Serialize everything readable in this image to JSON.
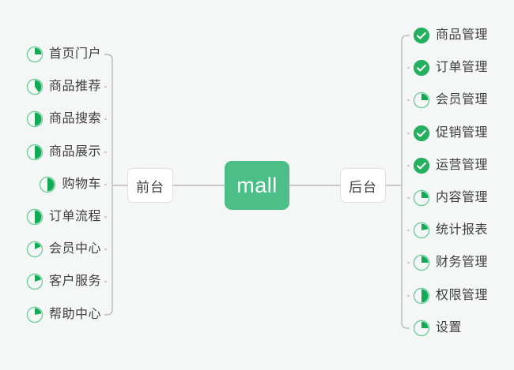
{
  "diagram": {
    "type": "mind-map",
    "title": "mall",
    "background_color": "#f5f6f6",
    "accent_color": "#4cbe88",
    "text_color": "#3f3f3f",
    "line_color": "#b9b9b9",
    "root": {
      "label": "mall",
      "fill": "#4cbe88",
      "text_color": "#ffffff"
    },
    "branches": [
      {
        "side": "left",
        "label": "前台",
        "children": [
          {
            "label": "首页门户",
            "status": "partial",
            "progress": 25
          },
          {
            "label": "商品推荐",
            "status": "partial",
            "progress": 40
          },
          {
            "label": "商品搜索",
            "status": "partial",
            "progress": 50
          },
          {
            "label": "商品展示",
            "status": "partial",
            "progress": 50
          },
          {
            "label": "购物车",
            "status": "partial",
            "progress": 50
          },
          {
            "label": "订单流程",
            "status": "partial",
            "progress": 50
          },
          {
            "label": "会员中心",
            "status": "partial",
            "progress": 18
          },
          {
            "label": "客户服务",
            "status": "partial",
            "progress": 20
          },
          {
            "label": "帮助中心",
            "status": "partial",
            "progress": 22
          }
        ]
      },
      {
        "side": "right",
        "label": "后台",
        "children": [
          {
            "label": "商品管理",
            "status": "done",
            "progress": 100
          },
          {
            "label": "订单管理",
            "status": "done",
            "progress": 100
          },
          {
            "label": "会员管理",
            "status": "partial",
            "progress": 25
          },
          {
            "label": "促销管理",
            "status": "done",
            "progress": 100
          },
          {
            "label": "运营管理",
            "status": "done",
            "progress": 100
          },
          {
            "label": "内容管理",
            "status": "partial",
            "progress": 25
          },
          {
            "label": "统计报表",
            "status": "partial",
            "progress": 22
          },
          {
            "label": "财务管理",
            "status": "partial",
            "progress": 25
          },
          {
            "label": "权限管理",
            "status": "partial",
            "progress": 50
          },
          {
            "label": "设置",
            "status": "partial",
            "progress": 25
          }
        ]
      }
    ]
  }
}
